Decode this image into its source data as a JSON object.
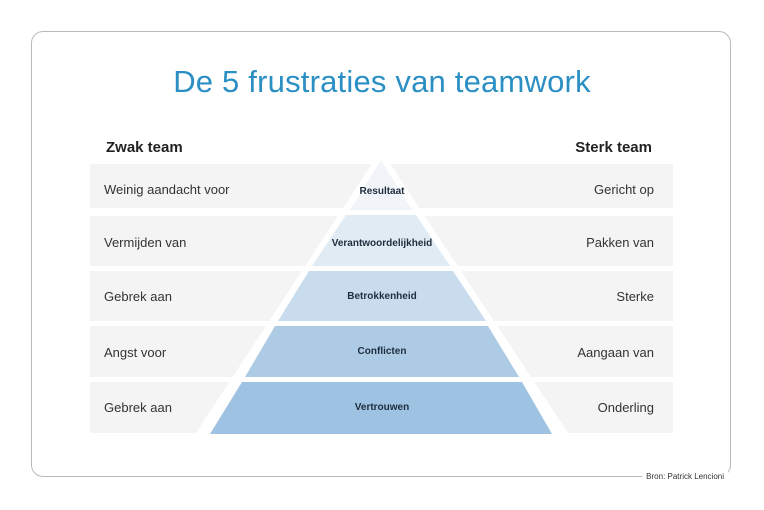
{
  "title": "De 5 frustraties van teamwork",
  "weak_header": "Zwak team",
  "strong_header": "Sterk team",
  "levels": [
    {
      "name": "Resultaat",
      "weak": "Weinig aandacht voor",
      "strong": "Gericht op",
      "color": "#f1f5f9"
    },
    {
      "name": "Verantwoordelijkheid",
      "weak": "Vermijden van",
      "strong": "Pakken van",
      "color": "#e1ebf4"
    },
    {
      "name": "Betrokkenheid",
      "weak": "Gebrek aan",
      "strong": "Sterke",
      "color": "#c8dced"
    },
    {
      "name": "Conflicten",
      "weak": "Angst voor",
      "strong": "Aangaan van",
      "color": "#aecbe6"
    },
    {
      "name": "Vertrouwen",
      "weak": "Gebrek aan",
      "strong": "Onderling",
      "color": "#9ec2e2"
    }
  ],
  "source": "Bron: Patrick Lencioni",
  "colors": {
    "title": "#2b8fc4",
    "frame": "#b9b9b9",
    "row_background": "#f4f4f4"
  }
}
